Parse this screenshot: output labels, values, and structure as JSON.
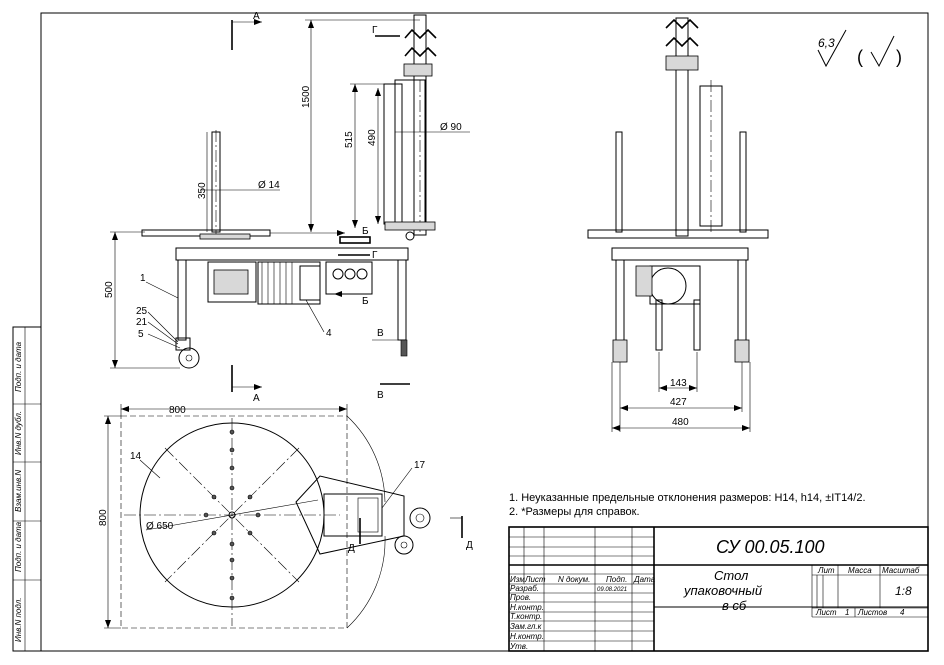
{
  "notes": [
    "1. Неуказанные предельные отклонения размеров: H14, h14, ±IT14/2.",
    "2. *Размеры для справок."
  ],
  "roughness": {
    "value": "6,3",
    "paren": "(",
    "paren_close": ")"
  },
  "title_block": {
    "designation": "СУ 00.05.100",
    "name_line1": "Стол",
    "name_line2": "упаковочный",
    "name_line3": "в сб",
    "headers": {
      "izm": "Изм",
      "list": "Лист",
      "doc": "N докум.",
      "sign": "Подп.",
      "date": "Дата"
    },
    "roles": [
      "Разраб.",
      "Пров.",
      "Т.контр.",
      "Н.контр.",
      "Зам.гл.к",
      "Н.контр.",
      "Утв."
    ],
    "date_value": "09.08.2021",
    "lit_label": "Лит",
    "mass_label": "Масса",
    "scale_label": "Масштаб",
    "scale_value": "1:8",
    "sheet_label": "Лист",
    "sheet_value": "1",
    "sheets_label": "Листов",
    "sheets_value": "4"
  },
  "side_stamp": [
    "Подп. и дата",
    "Инв.N дубл.",
    "Взам.инв.N",
    "Подп. и дата",
    "Инв.N подл."
  ],
  "front_view": {
    "section_letters": [
      "А",
      "Г",
      "Б",
      "Г",
      "Б",
      "В",
      "В",
      "А"
    ],
    "dims": {
      "height_total": "1500",
      "roll_len": "515",
      "roll_inner": "490",
      "shaft_dia": "Ø 90",
      "pole_h": "350",
      "pole_dia": "Ø 14",
      "table_h": "500"
    },
    "callouts": [
      "1",
      "25",
      "21",
      "5",
      "4"
    ]
  },
  "side_view": {
    "dims": {
      "d1": "143",
      "d2": "427",
      "d3": "480"
    }
  },
  "top_view": {
    "dims": {
      "width": "800",
      "height": "800",
      "disc_dia": "Ø 650"
    },
    "callouts": [
      "14",
      "17"
    ],
    "section_letters": [
      "Д",
      "Д"
    ]
  }
}
